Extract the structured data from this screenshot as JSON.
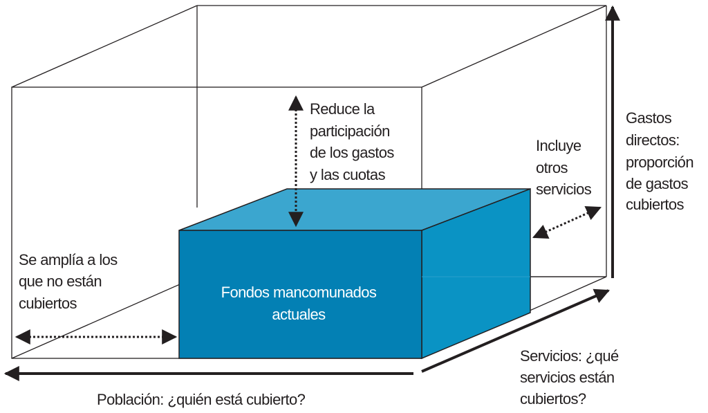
{
  "colors": {
    "box_front": "#0380b4",
    "box_top": "#3ba6cf",
    "box_side": "#0a93c4",
    "line": "#231f20"
  },
  "labels": {
    "cost_share": [
      "Reduce la",
      "participación",
      "de los gastos",
      "y las cuotas"
    ],
    "services_extend": [
      "Incluye",
      "otros",
      "servicios"
    ],
    "direct_costs": [
      "Gastos",
      "directos:",
      "proporción",
      "de gastos",
      "cubiertos"
    ],
    "population_extend": [
      "Se amplía a los",
      "que no están",
      "cubiertos"
    ],
    "current_pool": [
      "Fondos mancomunados",
      "actuales"
    ],
    "population_axis": "Población: ¿quién está cubierto?",
    "services_axis": [
      "Servicios: ¿qué",
      "servicios están",
      "cubiertos?"
    ]
  }
}
